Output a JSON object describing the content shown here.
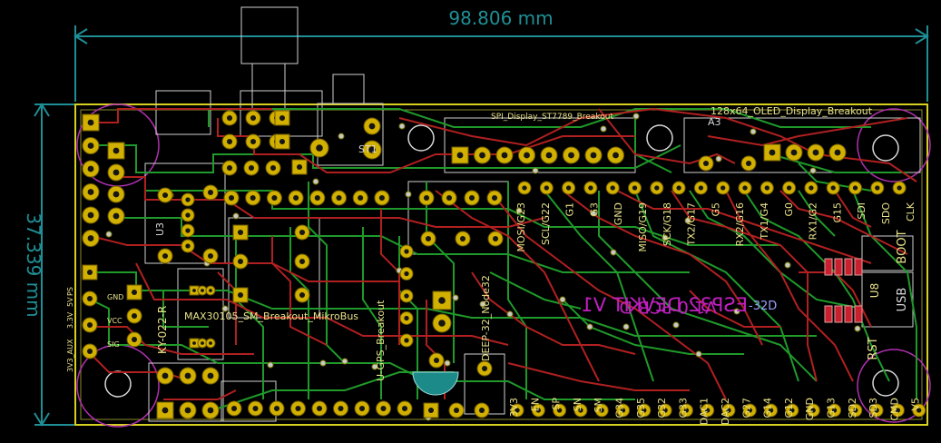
{
  "dimensions": {
    "width_label": "98.806 mm",
    "height_label": "37.339 mm"
  },
  "modules": {
    "spi_display": "SPI_Display_ST7789_Breakout",
    "oled": "128x64_OLED_Display_Breakout",
    "mikrobus": "MAX30105_SM_Breakout_MikroBus",
    "node32": "DEEP-32_Node32",
    "gps": "U-GPS_Breakout",
    "ky": "KY-022-R",
    "u3": "U3"
  },
  "board_text": {
    "mirrored_text": "ESP32 DEVKIT V1",
    "version": "V1.0 PCB D",
    "ref_suffix": "-32D",
    "a3": "A3",
    "st": "ST1"
  },
  "top_pin_labels": [
    "MOSI/G23",
    "SCL/G22",
    "G1",
    "G3",
    "GND",
    "MISO/G19",
    "SCK/G18",
    "TX2/G17",
    "G5",
    "RX2/G16",
    "TX1/G4",
    "G0",
    "RX1/G2",
    "G15",
    "SDI",
    "SDO",
    "CLK"
  ],
  "bottom_pin_labels": [
    "3V3",
    "EN",
    "SP",
    "SN",
    "SM",
    "G34",
    "G35",
    "G32",
    "G33",
    "DAC1",
    "DAC2",
    "G27",
    "G14",
    "G12",
    "GND",
    "G13",
    "SD2",
    "SD3",
    "CMD",
    "V5"
  ],
  "right_labels": {
    "boot": "BOOT",
    "usb": "USB",
    "rst": "RST",
    "u8": "U8"
  },
  "left_labels": [
    "3V3_AUX",
    "3.3V",
    "5V",
    "PS",
    "VCC",
    "GND",
    "SIG"
  ],
  "colors": {
    "background": "#000000",
    "dimension": "#1f8f96",
    "trace_front": "#b02020",
    "trace_back": "#1f9a2a",
    "edge": "#d8d020",
    "pad": "#d2b000",
    "silkscreen": "#e8e28a",
    "magenta": "#c020c0"
  }
}
